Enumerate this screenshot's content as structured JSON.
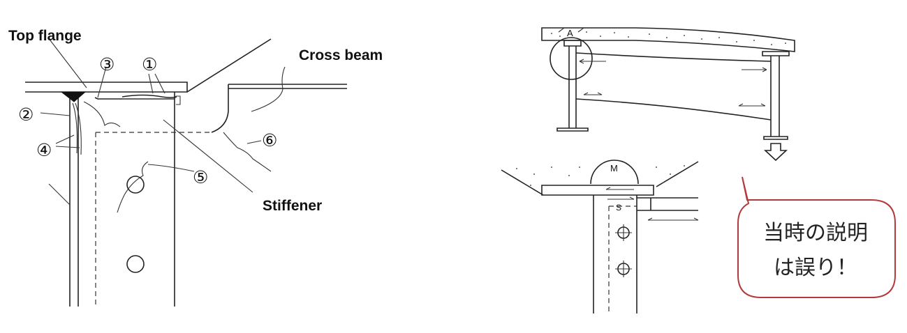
{
  "left_figure": {
    "label_top_flange": "Top flange",
    "label_cross_beam": "Cross beam",
    "label_stiffener": "Stiffener",
    "crack_markers": [
      "①",
      "②",
      "③",
      "④",
      "⑤",
      "⑥"
    ]
  },
  "right_figure": {
    "marker_a": "A",
    "marker_m": "M",
    "marker_s": "S"
  },
  "callout": {
    "line1": "当時の説明",
    "line2": "は誤り！",
    "border_color": "#b23a3a"
  },
  "colors": {
    "ink": "#222222",
    "callout_border": "#b23a3a"
  }
}
